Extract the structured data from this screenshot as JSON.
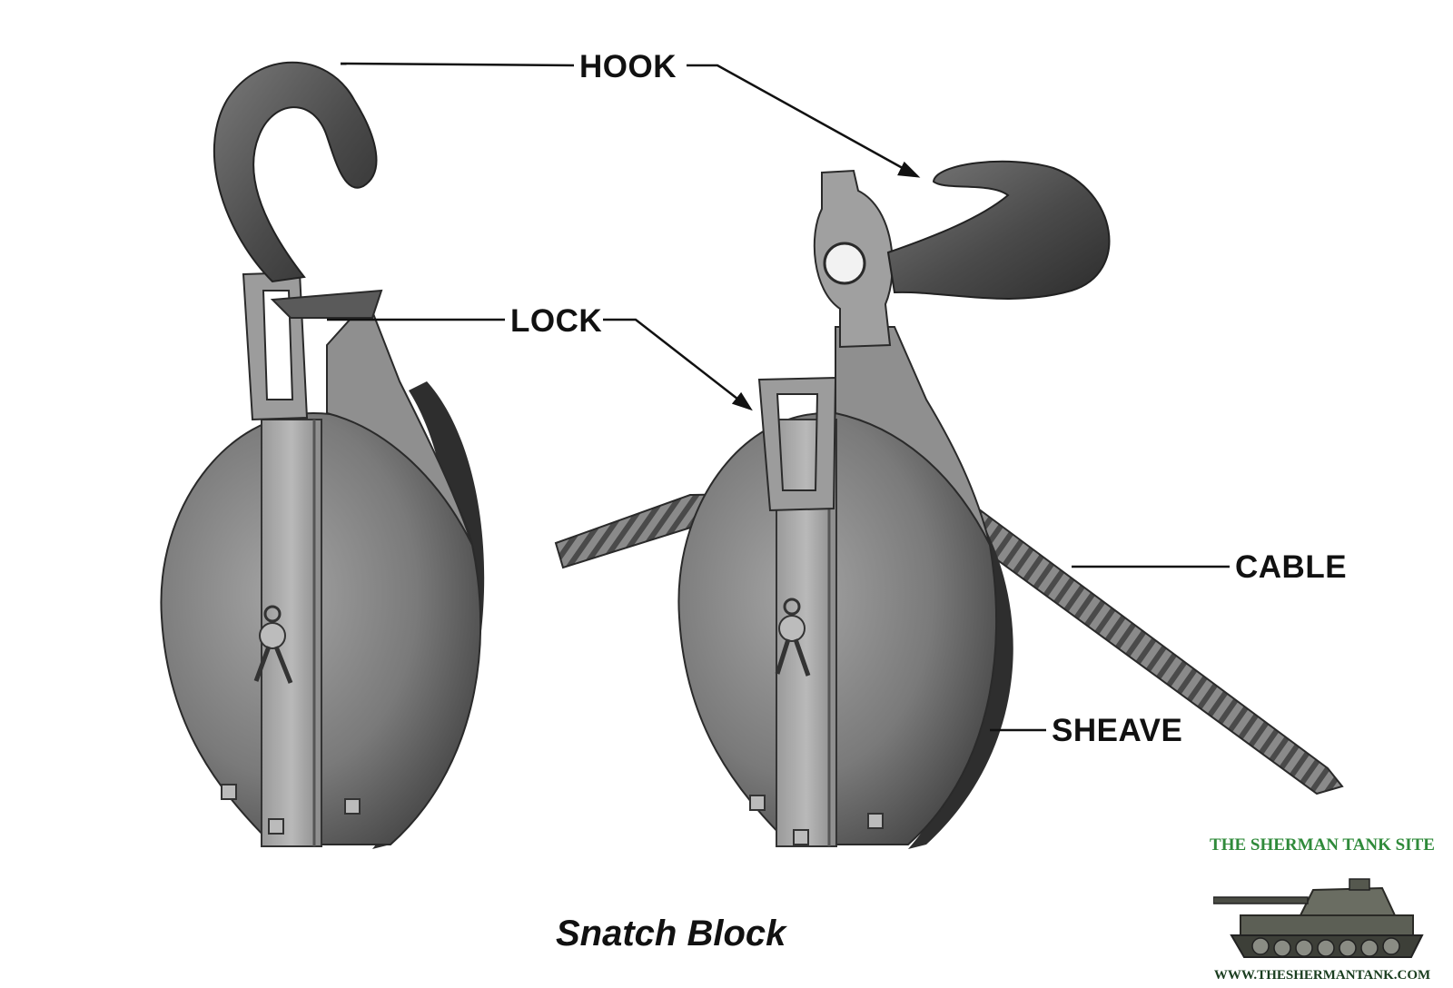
{
  "labels": {
    "hook": "HOOK",
    "lock": "LOCK",
    "cable": "CABLE",
    "sheave": "SHEAVE"
  },
  "caption": "Snatch Block",
  "badge": {
    "title": "THE SHERMAN TANK SITE",
    "url": "WWW.THESHERMANTANK.COM"
  },
  "colors": {
    "ink": "#111111",
    "metal_dark": "#3a3a3a",
    "metal_mid": "#6e6e6e",
    "metal_light": "#a9a9a9",
    "badge_green": "#2f8a3a"
  }
}
